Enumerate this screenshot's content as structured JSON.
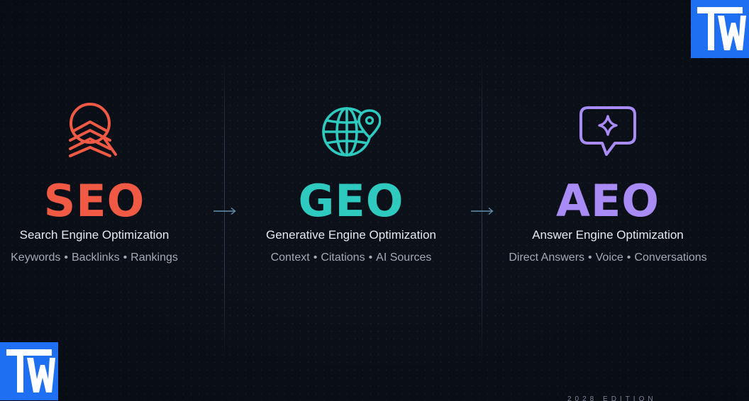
{
  "colors": {
    "background": "#0b1019",
    "seo_accent": "#f05a45",
    "geo_accent": "#2ec9bf",
    "aeo_accent": "#a98bf5",
    "logo_bg": "#1e6ff2"
  },
  "logo": {
    "text": "TW"
  },
  "columns": [
    {
      "icon": "magnifier-layers-icon",
      "acronym": "SEO",
      "fullname": "Search Engine Optimization",
      "tags": [
        "Keywords",
        "Backlinks",
        "Rankings"
      ]
    },
    {
      "icon": "globe-location-pin-icon",
      "acronym": "GEO",
      "fullname": "Generative Engine Optimization",
      "tags": [
        "Context",
        "Citations",
        "AI Sources"
      ]
    },
    {
      "icon": "chat-bubble-sparkle-icon",
      "acronym": "AEO",
      "fullname": "Answer Engine Optimization",
      "tags": [
        "Direct Answers",
        "Voice",
        "Conversations"
      ]
    }
  ],
  "tag_separator": "•",
  "footer": {
    "edition": "2028 EDITION"
  }
}
